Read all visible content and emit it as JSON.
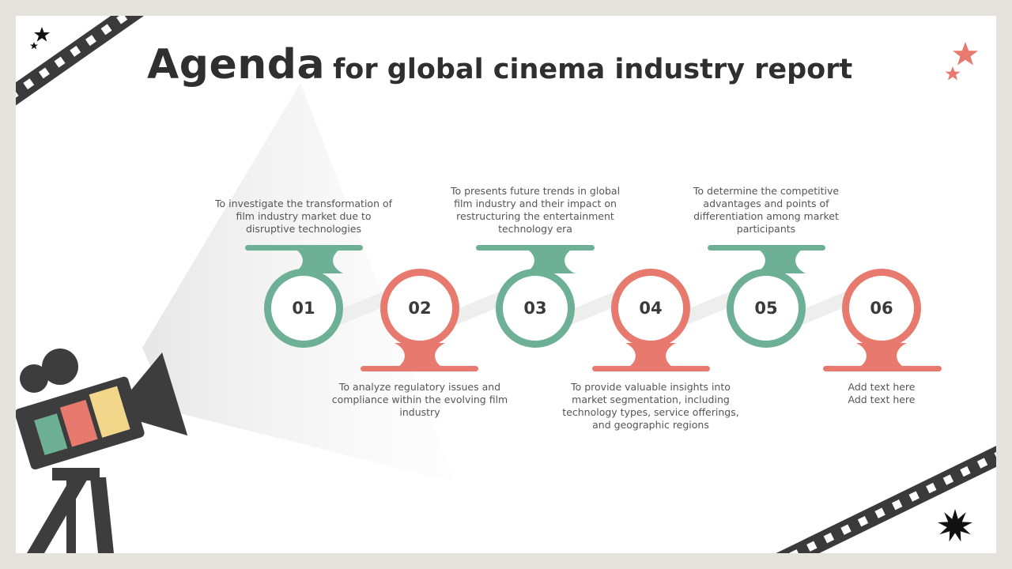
{
  "title": {
    "main": "Agenda",
    "sub": "for global cinema industry report"
  },
  "colors": {
    "green": "#6db096",
    "red": "#e8796f",
    "yellow": "#f2d68a",
    "dark": "#3d3d3d"
  },
  "steps": [
    {
      "number": "01",
      "text": "To investigate the transformation of film industry market due to disruptive technologies",
      "color": "green"
    },
    {
      "number": "02",
      "text": "To analyze regulatory issues and compliance within the evolving film industry",
      "color": "red"
    },
    {
      "number": "03",
      "text": "To presents future trends in global film industry and their impact on restructuring the entertainment technology era",
      "color": "green"
    },
    {
      "number": "04",
      "text": "To provide valuable insights into market segmentation, including technology types, service offerings, and geographic regions",
      "color": "red"
    },
    {
      "number": "05",
      "text": "To determine the competitive advantages and points of differentiation among market participants",
      "color": "green"
    },
    {
      "number": "06",
      "text": "Add text here Add text here",
      "color": "red"
    }
  ],
  "icons": [
    "film-strip-icon",
    "star-icon",
    "movie-camera-icon",
    "starburst-icon"
  ]
}
